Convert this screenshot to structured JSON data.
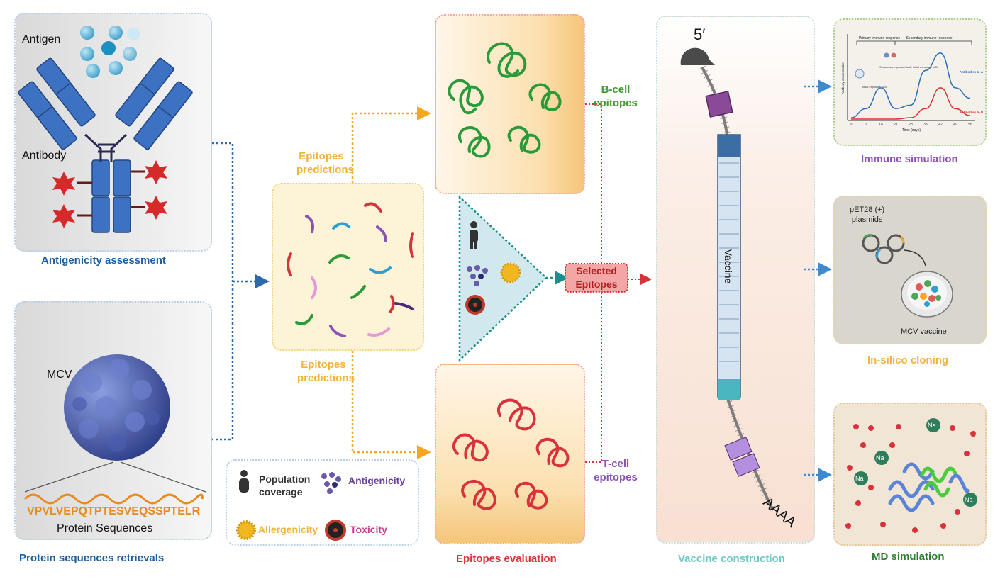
{
  "antigenicity": {
    "antigen": "Antigen",
    "antibody": "Antibody",
    "title": "Antigenicity assessment"
  },
  "protein": {
    "mcv": "MCV",
    "sequence": "VPVLVEPQTPTESVEQSSPTELR",
    "seq_label": "Protein Sequences",
    "title": "Protein sequences retrievals"
  },
  "predictions": {
    "upper": [
      "Epitopes",
      "predictions"
    ],
    "lower": [
      "Epitopes",
      "predictions"
    ]
  },
  "bcell": [
    "B-cell",
    "epitopes"
  ],
  "tcell": [
    "T-cell",
    "epitopes"
  ],
  "selected": [
    "Selected",
    "Epitopes"
  ],
  "evaluation": {
    "title": "Epitopes evaluation"
  },
  "legend": {
    "population": [
      "Population",
      "coverage"
    ],
    "antigenicity": "Antigenicity",
    "allergenicity": "Allergenicity",
    "toxicity": "Toxicity"
  },
  "vaccine": {
    "five_prime": "5′",
    "label": "Vaccine",
    "polya": "AAAA",
    "title": "Vaccine construction"
  },
  "immune": {
    "title": "Immune simulation",
    "chart_data": {
      "type": "line",
      "xlabel": "Time (days)",
      "ylabel": "Antibody concentration",
      "ticks": [
        "0",
        "7",
        "14",
        "21",
        "28",
        "35",
        "42",
        "49",
        "56"
      ],
      "phases": [
        "Primary immune response",
        "Secondary immune response"
      ],
      "annotations": [
        "Initial exposure to A",
        "Secondary exposure to A, initial exposure to B"
      ],
      "series": [
        {
          "name": "Antibodies to A",
          "color": "#2f6db5",
          "x": [
            0,
            7,
            14,
            21,
            28,
            35,
            42,
            49,
            56
          ],
          "y": [
            0.02,
            0.15,
            0.45,
            0.15,
            0.2,
            0.7,
            0.95,
            0.45,
            0.3
          ]
        },
        {
          "name": "Antibodies to B",
          "color": "#d8322f",
          "x": [
            0,
            7,
            14,
            21,
            28,
            35,
            42,
            49,
            56
          ],
          "y": [
            0,
            0,
            0,
            0,
            0.02,
            0.15,
            0.45,
            0.15,
            0.05
          ]
        }
      ]
    }
  },
  "cloning": {
    "plasmid": [
      "pET28 (+)",
      "plasmids"
    ],
    "mcv": "MCV vaccine",
    "title": "In-silico cloning"
  },
  "md": {
    "title": "MD simulation",
    "ion": "Na"
  },
  "colors": {
    "blue": "#1f5f9e",
    "orange": "#f5a623",
    "green": "#3f9b2f",
    "red": "#d8323a",
    "purple": "#8e52b5",
    "teal": "#6fc8c4",
    "darkgreen": "#2e7d32",
    "sequence": "#e88a1f"
  }
}
